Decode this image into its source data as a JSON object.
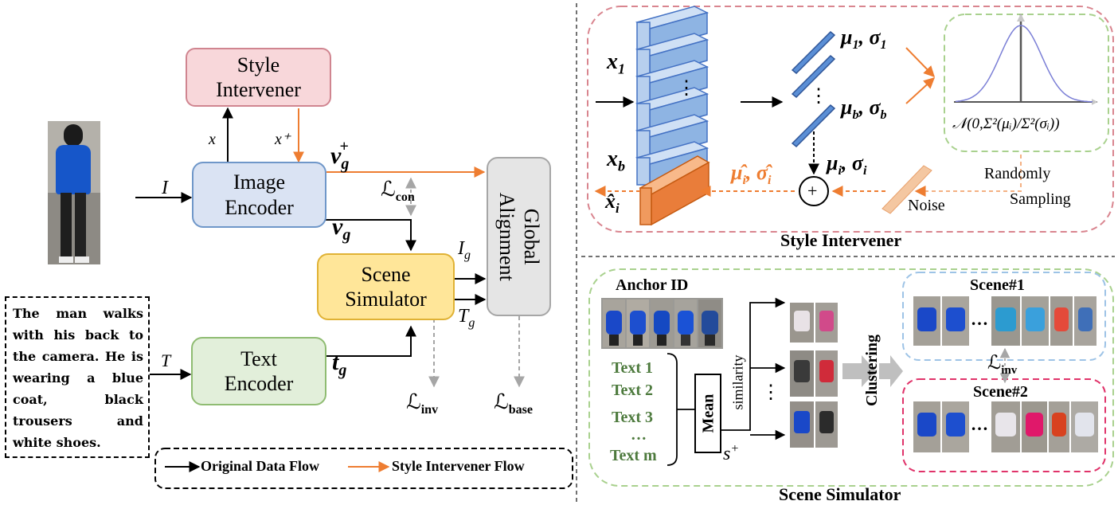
{
  "left": {
    "style_intervener_box": "Style\nIntervener",
    "image_encoder_box": "Image\nEncoder",
    "text_encoder_box": "Text\nEncoder",
    "scene_simulator_box": "Scene\nSimulator",
    "global_alignment_box": "Global\nAlignment",
    "input_image": "I",
    "input_text": "T",
    "x": "x",
    "x_plus": "x⁺",
    "v_g_plus": "v",
    "v_g_plus_sub": "g",
    "v_g_plus_sup": "+",
    "v_g": "v",
    "v_g_sub": "g",
    "t_g": "t",
    "t_g_sub": "g",
    "I_g": "I",
    "I_g_sub": "g",
    "T_g": "T",
    "T_g_sub": "g",
    "L": "ℒ",
    "L_con_sub": "con",
    "L_inv_sub": "inv",
    "L_base_sub": "base",
    "caption": "The man walks with his back to the camera. He is wearing a blue coat, black trousers and white shoes.",
    "legend": {
      "original": "Original Data Flow",
      "style": "Style Intervener Flow"
    }
  },
  "style_panel": {
    "title": "Style Intervener",
    "x1": "x",
    "x1_sub": "1",
    "xb": "x",
    "xb_sub": "b",
    "xhat": "x̂",
    "xhat_sub": "i",
    "mu1": "μ",
    "mu1_sub": "1",
    "sigma1": "σ",
    "sigma1_sub": "1",
    "mub": "μ",
    "mub_sub": "b",
    "sigmab": "σ",
    "sigmab_sub": "b",
    "mui": "μ",
    "mui_sub": "i",
    "sigmai": "σ",
    "sigmai_sub": "i",
    "muhat": "μ̂",
    "muhat_sub": "i",
    "sigmahat": "σ̂",
    "sigmahat_sub": "i",
    "comma": ",",
    "dots": "⋮",
    "gaussian": "𝒩(0,Σ²(μᵢ)/Σ²(σᵢ))",
    "randomly": "Randomly",
    "sampling": "Sampling",
    "noise": "Noise",
    "plus": "+"
  },
  "scene_panel": {
    "title": "Scene Simulator",
    "anchor": "Anchor ID",
    "texts": [
      "Text 1",
      "Text 2",
      "Text 3",
      "…",
      "Text m"
    ],
    "mean": "Mean",
    "similarity": "similarity",
    "s_plus": "s",
    "s_plus_sup": "+",
    "dots": "⋮",
    "clustering": "Clustering",
    "scene1": "Scene#1",
    "scene2": "Scene#2",
    "hdots": "…",
    "L": "ℒ",
    "L_inv_sub": "inv"
  },
  "colors": {
    "orange": "#ee7d31",
    "blue_box": "#dae3f3",
    "blue_border": "#6f97c9",
    "green_box": "#e2efda",
    "green_border": "#8fbc72",
    "pink_box": "#f8d7da",
    "pink_border": "#d08590",
    "yellow_box": "#ffe699",
    "yellow_border": "#e0b235",
    "gray_box": "#e5e5e5",
    "red_dash": "#d9858f",
    "green_dash": "#a9d18e",
    "blue_dash": "#9dc3e6",
    "magenta_dash": "#e0336a"
  }
}
